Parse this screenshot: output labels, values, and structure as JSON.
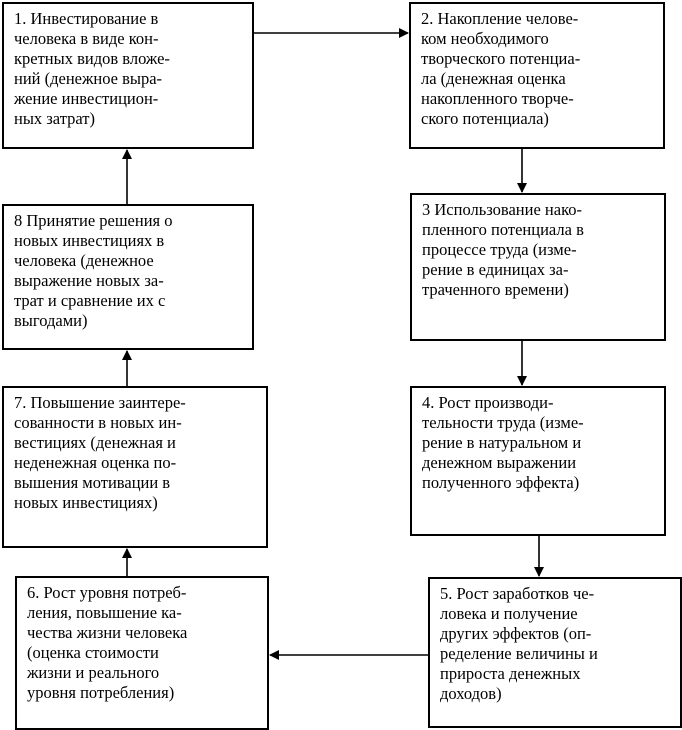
{
  "boxes": {
    "b1": "1. Инвестирование в\nчеловека в виде кон-\nкретных видов вложе-\nний (денежное выра-\nжение инвестицион-\nных затрат)",
    "b2": "2. Накопление челове-\nком необходимого\nтворческого потенциа-\nла (денежная оценка\nнакопленного творче-\nского потенциала)",
    "b3": "3 Использование нако-\nпленного потенциала в\nпроцессе труда (изме-\nрение в единицах за-\nтраченного времени)",
    "b4": "4. Рост производи-\nтельности труда (изме-\nрение в натуральном и\nденежном выражении\nполученного эффекта)",
    "b5": "5. Рост заработков че-\nловека и получение\nдругих эффектов (оп-\nределение величины и\nприроста денежных\nдоходов)",
    "b6": "6. Рост уровня потреб-\nления, повышение ка-\nчества жизни человека\n(оценка стоимости\nжизни и реального\nуровня потребления)",
    "b7": "7. Повышение заинтере-\nсованности в новых ин-\nвестициях (денежная и\nнеденежная оценка по-\nвышения мотивации в\nновых инвестициях)",
    "b8": "8 Принятие решения о\nновых инвестициях в\nчеловека (денежное\nвыражение новых за-\nтрат и сравнение их с\nвыгодами)"
  }
}
